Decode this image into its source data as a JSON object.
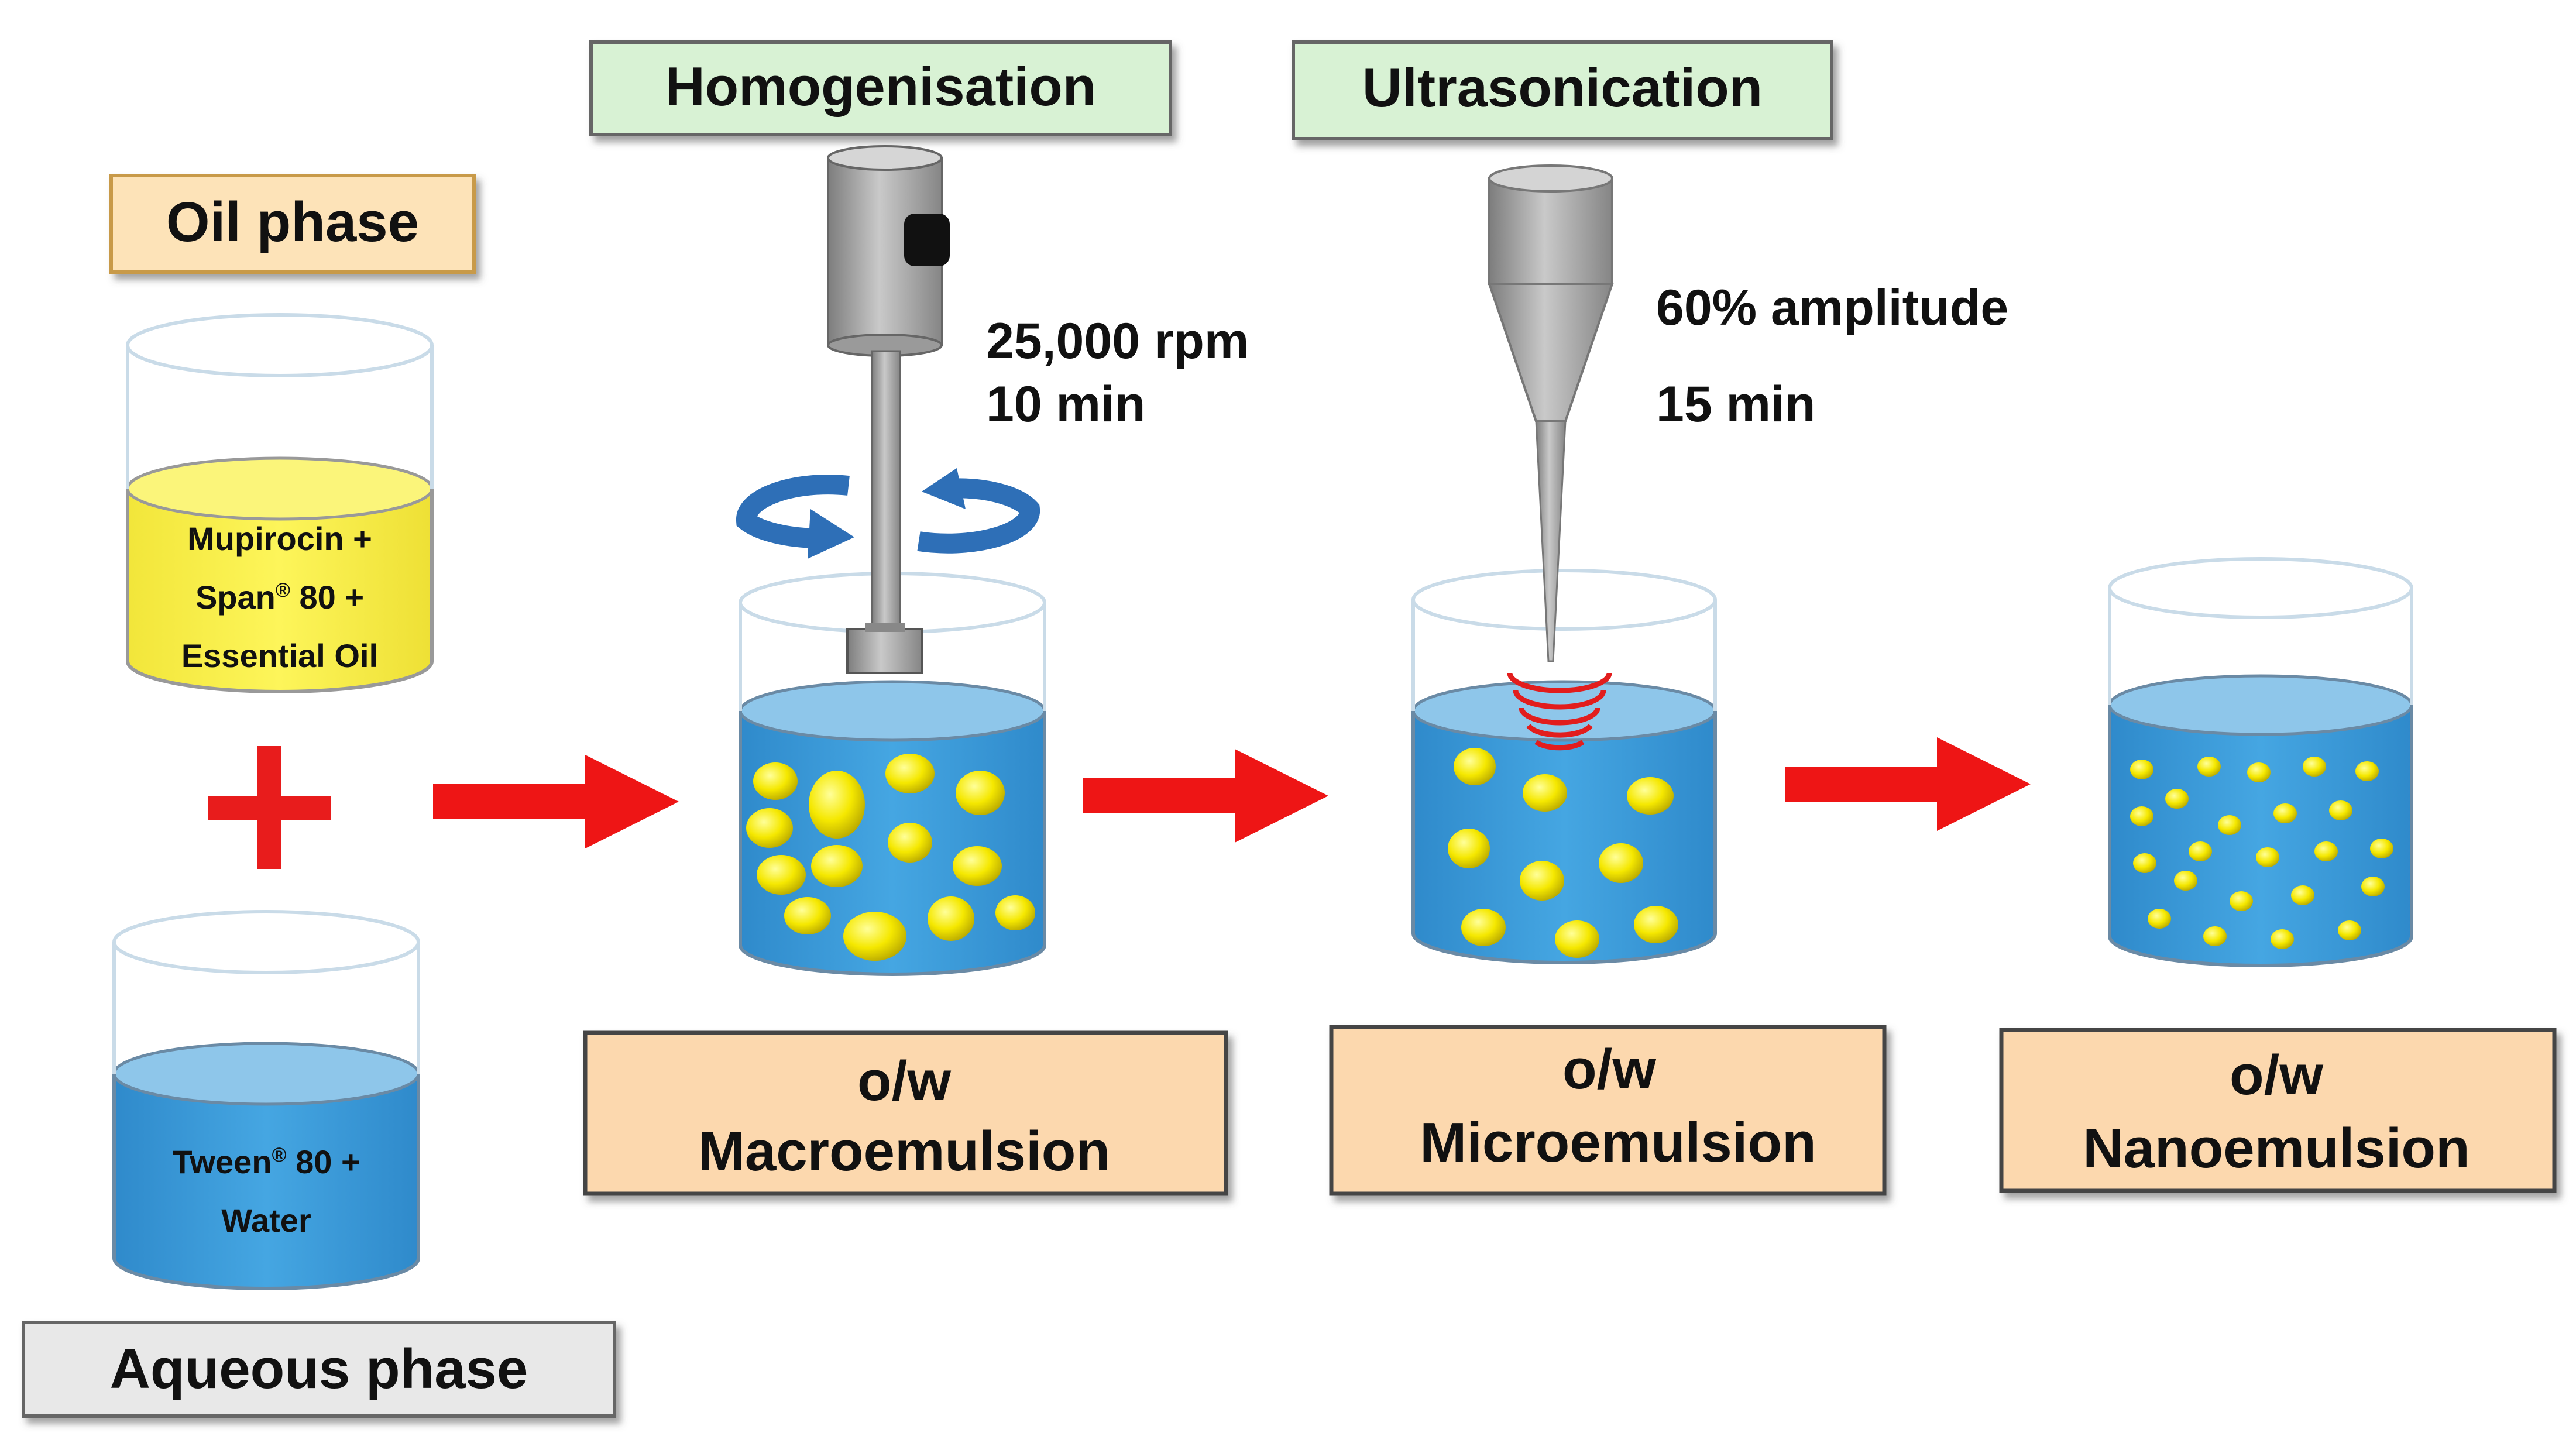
{
  "labels": {
    "oil_phase": "Oil phase",
    "aqueous_phase": "Aqueous phase",
    "homogenisation": "Homogenisation",
    "ultrasonication": "Ultrasonication",
    "homog_speed": "25,000 rpm",
    "homog_time": "10 min",
    "sonic_amplitude": "60% amplitude",
    "sonic_time": "15 min",
    "oil_line1": "Mupirocin +",
    "oil_line2_main": "Span",
    "oil_line2_sup": "®",
    "oil_line2_rest": " 80 +",
    "oil_line3": "Essential Oil",
    "aq_line1_main": "Tween",
    "aq_line1_sup": "®",
    "aq_line1_rest": " 80 +",
    "aq_line2": "Water",
    "macro_line1": "o/w",
    "macro_line2": "Macroemulsion",
    "micro_line1": "o/w",
    "micro_line2": "Microemulsion",
    "nano_line1": "o/w",
    "nano_line2": "Nanoemulsion"
  },
  "colors": {
    "oil_box": "#fde5c0",
    "oil_box_border": "#c8a060",
    "green_box": "#d9f2d9",
    "grey_box": "#e8e8e8",
    "product_box": "#fcd9b0",
    "water": "#3a9ad9",
    "water_top": "#8fc7ea",
    "oil_liquid": "#fbf24a",
    "droplet": "#f2e600",
    "arrow": "#ee1111",
    "rotation": "#2e6fb7",
    "probe": "#a6a6a6"
  }
}
